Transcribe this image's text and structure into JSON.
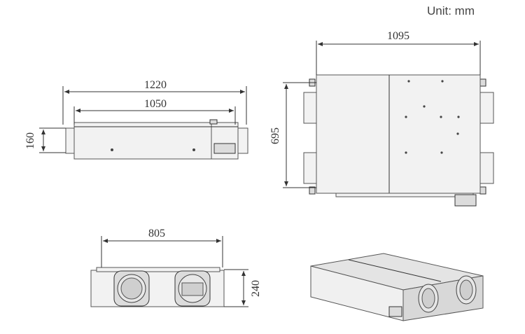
{
  "unit": "Unit: mm",
  "dimensions": {
    "overall_length": "1220",
    "body_length": "1050",
    "height_side": "160",
    "top_width": "1095",
    "top_depth": "695",
    "front_width": "805",
    "front_height": "240"
  }
}
